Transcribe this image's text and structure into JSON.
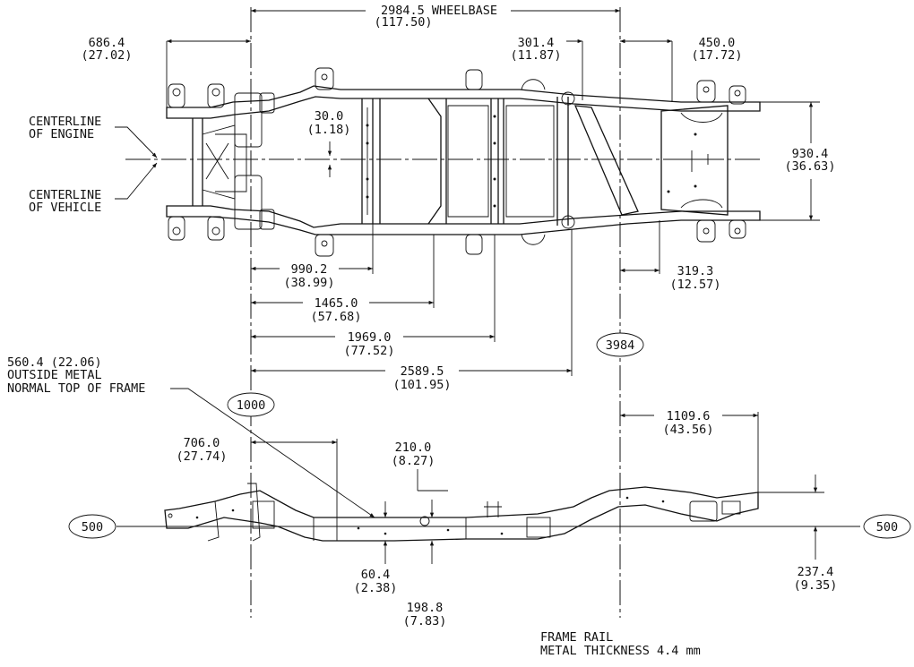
{
  "top_view": {
    "wheelbase": {
      "mm": "2984.5 WHEELBASE",
      "in": "(117.50)"
    },
    "front_overhang": {
      "mm": "686.4",
      "in": "(27.02)"
    },
    "dim_301": {
      "mm": "301.4",
      "in": "(11.87)"
    },
    "dim_450": {
      "mm": "450.0",
      "in": "(17.72)"
    },
    "dim_930": {
      "mm": "930.4",
      "in": "(36.63)"
    },
    "dim_30": {
      "mm": "30.0",
      "in": "(1.18)"
    },
    "dim_990": {
      "mm": "990.2",
      "in": "(38.99)"
    },
    "dim_1465": {
      "mm": "1465.0",
      "in": "(57.68)"
    },
    "dim_1969": {
      "mm": "1969.0",
      "in": "(77.52)"
    },
    "dim_2589": {
      "mm": "2589.5",
      "in": "(101.95)"
    },
    "dim_319": {
      "mm": "319.3",
      "in": "(12.57)"
    },
    "centerline_engine": [
      "CENTERLINE",
      "OF ENGINE"
    ],
    "centerline_vehicle": [
      "CENTERLINE",
      "OF VEHICLE"
    ]
  },
  "side_view": {
    "top_of_frame": [
      "560.4 (22.06)",
      "OUTSIDE METAL",
      "NORMAL TOP OF FRAME"
    ],
    "dim_706": {
      "mm": "706.0",
      "in": "(27.74)"
    },
    "dim_210": {
      "mm": "210.0",
      "in": "(8.27)"
    },
    "dim_1109": {
      "mm": "1109.6",
      "in": "(43.56)"
    },
    "dim_60": {
      "mm": "60.4",
      "in": "(2.38)"
    },
    "dim_198": {
      "mm": "198.8",
      "in": "(7.83)"
    },
    "dim_237": {
      "mm": "237.4",
      "in": "(9.35)"
    }
  },
  "markers": {
    "m3984": "3984",
    "m1000": "1000",
    "m500_left": "500",
    "m500_right": "500"
  },
  "notes": [
    "FRAME RAIL",
    "METAL THICKNESS 4.4 mm"
  ]
}
